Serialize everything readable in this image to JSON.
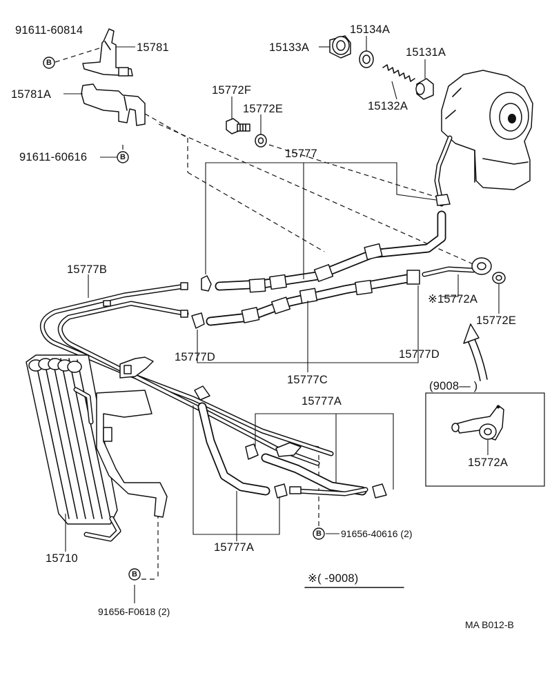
{
  "parts": {
    "p91611_60814": "91611-60814",
    "p15781": "15781",
    "p15781A": "15781A",
    "p91611_60616": "91611-60616",
    "p15772F": "15772F",
    "p15772E_top": "15772E",
    "p15133A": "15133A",
    "p15134A": "15134A",
    "p15131A": "15131A",
    "p15132A": "15132A",
    "p15777": "15777",
    "p15777B": "15777B",
    "p15772A_mark": "※15772A",
    "p15772E_right": "15772E",
    "p15777D_left": "15777D",
    "p15777D_right": "15777D",
    "p15777C": "15777C",
    "p15777A_top": "15777A",
    "p15777A_bottom": "15777A",
    "p15710": "15710",
    "p91656_40616": "91656-40616 (2)",
    "p91656_F0618": "91656-F0618 (2)",
    "p15772A_inset": "15772A"
  },
  "inset": {
    "date_range": "(9008—     )"
  },
  "note": {
    "text": "※(      -9008)"
  },
  "bolt_marker": "B",
  "code": "MA  B012-B"
}
